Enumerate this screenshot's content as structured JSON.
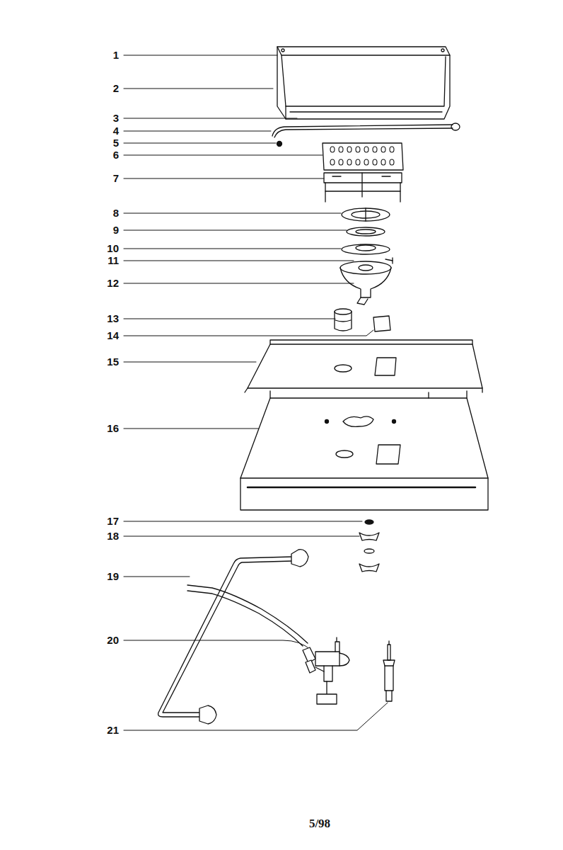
{
  "diagram": {
    "labels": [
      "1",
      "2",
      "3",
      "4",
      "5",
      "6",
      "7",
      "8",
      "9",
      "10",
      "11",
      "12",
      "13",
      "14",
      "15",
      "16",
      "17",
      "18",
      "19",
      "20",
      "21",
      "5/98"
    ]
  }
}
